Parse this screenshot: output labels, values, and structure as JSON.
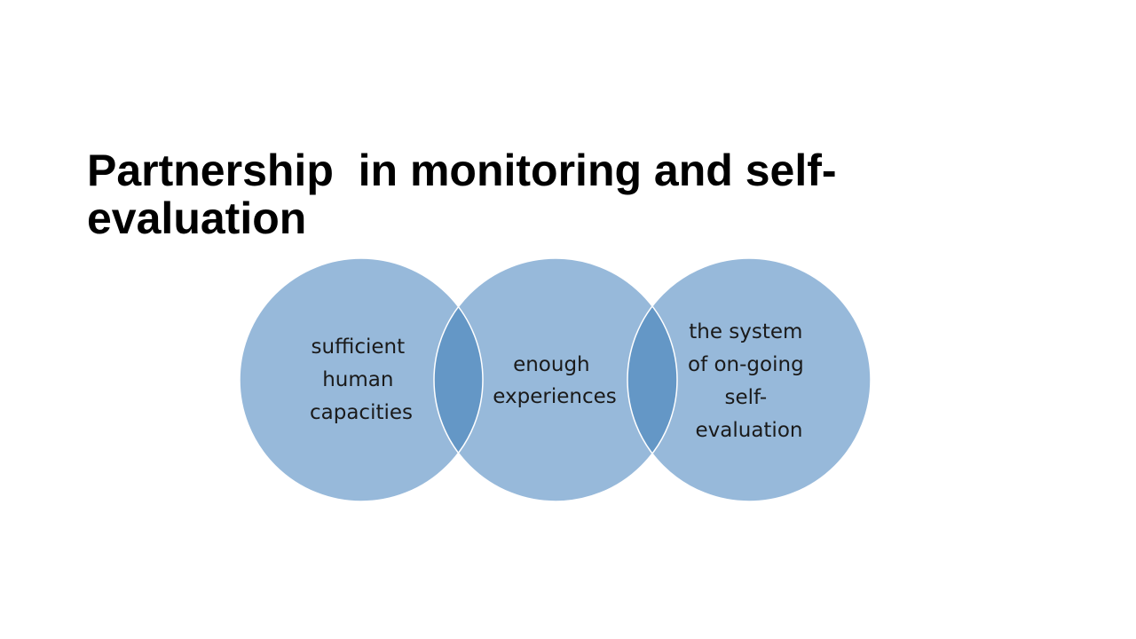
{
  "slide": {
    "title": "Partnership  in monitoring and self-evaluation"
  },
  "diagram": {
    "circles": [
      {
        "lines": [
          "sufficient",
          "human",
          "capacities"
        ]
      },
      {
        "lines": [
          "enough",
          "experiences"
        ]
      },
      {
        "lines": [
          "the system",
          "of on-going",
          "self-",
          "evaluation"
        ]
      }
    ],
    "colors": {
      "circle_fill": "#97b9da",
      "overlap_fill": "#6497c6",
      "circle_stroke": "#ffffff",
      "text": "#1a1a1a",
      "background": "#ffffff"
    }
  }
}
